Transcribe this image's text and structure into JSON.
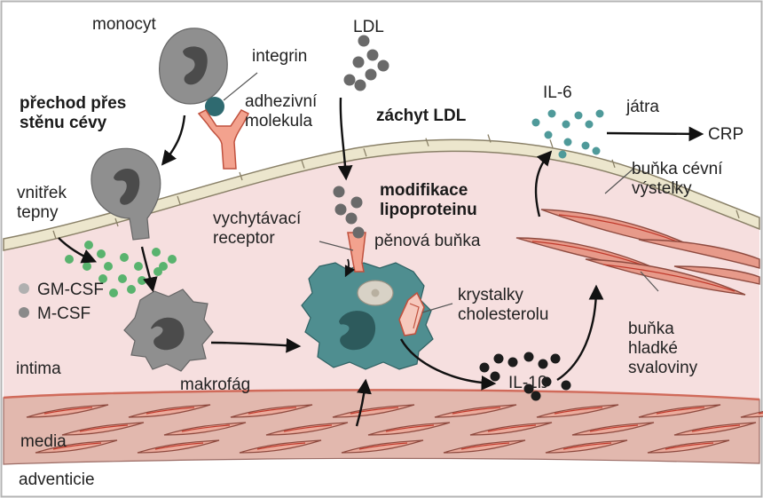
{
  "diagram": {
    "labels": {
      "monocyt": "monocyt",
      "integrin": "integrin",
      "adhezivni_molekula": "adhezivní molekula",
      "prechod_pres_stenu_cevy": "přechod přes stěnu cévy",
      "ldl": "LDL",
      "zachyt_ldl": "záchyt LDL",
      "il6": "IL-6",
      "jatra": "játra",
      "crp": "CRP",
      "bunka_cevni_vystelky": "buňka cévní výstelky",
      "vnitrek_tepny": "vnitřek tepny",
      "modifikace_lipoproteinu": "modifikace lipoproteinu",
      "vychytavaci_receptor": "vychytávací receptor",
      "penova_bunka": "pěnová buňka",
      "krystalky_cholesterolu": "krystalky cholesterolu",
      "gm_csf": "GM-CSF",
      "m_csf": "M-CSF",
      "intima": "intima",
      "makrofag": "makrofág",
      "il1b": "IL-1ß",
      "bunka_hladke_svaloviny": "buňka hladké svaloviny",
      "media": "media",
      "adventicie": "adventicie"
    },
    "colors": {
      "border": "#b5b5b5",
      "intima_fill": "#f6dfdf",
      "media_fill": "#e2b8ae",
      "endothelium_fill": "#ece6cd",
      "endothelium_stroke": "#8a8168",
      "cell_gray": "#8f8f8f",
      "cell_dark": "#4b4b4b",
      "foam_cell": "#4f8e90",
      "ldl_gray": "#6a6a6a",
      "gm_csf_green": "#59b36e",
      "il6_teal": "#4f9a9a",
      "il1b_black": "#1c1c1c",
      "receptor_salmon": "#f3a28e",
      "smooth_muscle": "#e79a8a"
    },
    "icons": [
      "monocyte-cell",
      "integrin-dot",
      "adhesion-molecule",
      "macrophage-cell",
      "foam-cell",
      "cholesterol-crystal",
      "ldl-particles",
      "smooth-muscle-cell",
      "endothelium-cell"
    ]
  }
}
